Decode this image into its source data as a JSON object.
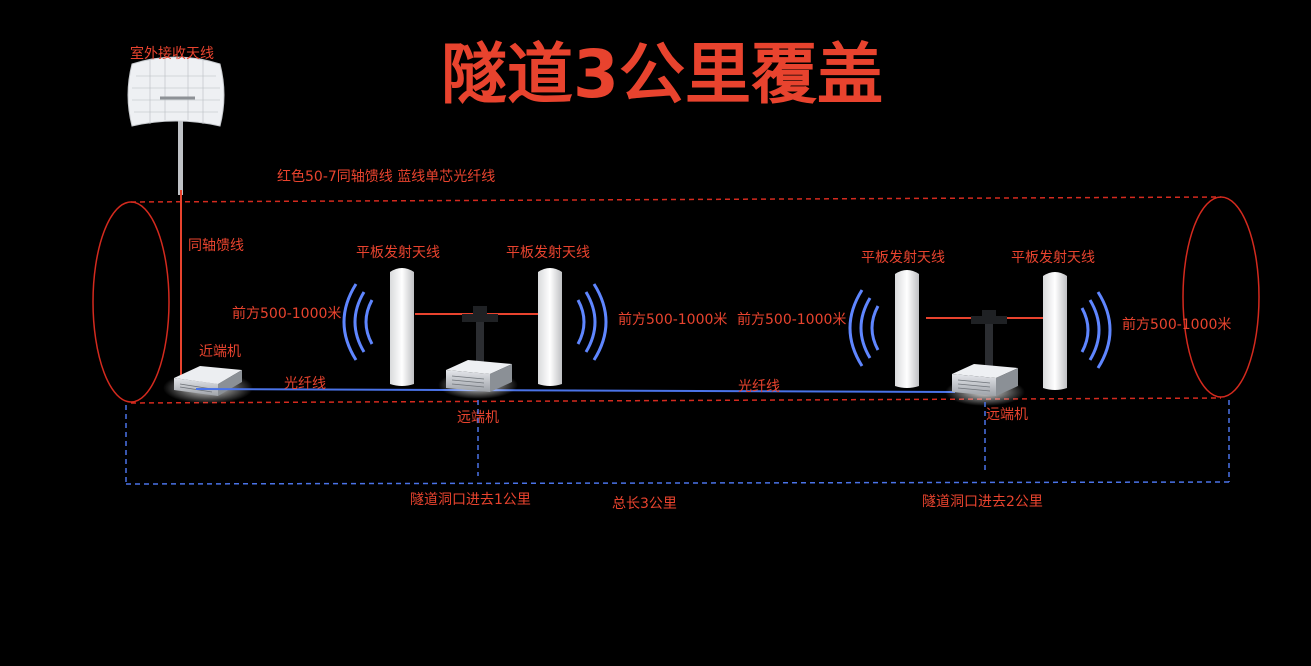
{
  "title": "隧道3公里覆盖",
  "legend": "红色50-7同轴馈线 蓝线单芯光纤线",
  "labels": {
    "outdoor_antenna": "室外接收天线",
    "coax": "同轴馈线",
    "near_unit": "近端机",
    "fiber_1": "光纤线",
    "fiber_2": "光纤线",
    "remote_unit_1": "远端机",
    "remote_unit_2": "远端机",
    "panel_1": "平板发射天线",
    "panel_2": "平板发射天线",
    "panel_3": "平板发射天线",
    "panel_4": "平板发射天线",
    "range_1": "前方500-1000米",
    "range_2": "前方500-1000米",
    "range_3": "前方500-1000米",
    "range_4": "前方500-1000米",
    "dist_1km": "隧道洞口进去1公里",
    "dist_total": "总长3公里",
    "dist_2km": "隧道洞口进去2公里"
  },
  "colors": {
    "red": "#e8432e",
    "tunnel_red": "#d42a1e",
    "blue": "#4a73e8",
    "wave_blue": "#5f86ff",
    "device": "#c9ccd2"
  }
}
